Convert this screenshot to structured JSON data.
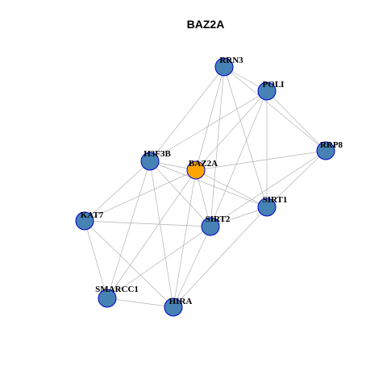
{
  "title": "BAZ2A",
  "colors": {
    "node_default": "#4682B4",
    "node_center": "#FFA500",
    "node_border": "#0000CD",
    "edge": "#B3B3B3",
    "label": "#000000",
    "background": "#FFFFFF"
  },
  "nodes": [
    {
      "id": "RRN3",
      "label": "RRN3",
      "center": false
    },
    {
      "id": "POLI",
      "label": "POLI",
      "center": false
    },
    {
      "id": "RRP8",
      "label": "RRP8",
      "center": false
    },
    {
      "id": "H3F3B",
      "label": "H3F3B",
      "center": false
    },
    {
      "id": "BAZ2A",
      "label": "BAZ2A",
      "center": true
    },
    {
      "id": "SIRT1",
      "label": "SIRT1",
      "center": false
    },
    {
      "id": "KAT7",
      "label": "KAT7",
      "center": false
    },
    {
      "id": "SIRT2",
      "label": "SIRT2",
      "center": false
    },
    {
      "id": "SMARCC1",
      "label": "SMARCC1",
      "center": false
    },
    {
      "id": "HIRA",
      "label": "HIRA",
      "center": false
    }
  ],
  "edges": [
    [
      "RRN3",
      "POLI"
    ],
    [
      "RRN3",
      "RRP8"
    ],
    [
      "RRN3",
      "H3F3B"
    ],
    [
      "RRN3",
      "BAZ2A"
    ],
    [
      "RRN3",
      "SIRT1"
    ],
    [
      "RRN3",
      "SIRT2"
    ],
    [
      "POLI",
      "RRP8"
    ],
    [
      "POLI",
      "H3F3B"
    ],
    [
      "POLI",
      "BAZ2A"
    ],
    [
      "POLI",
      "SIRT1"
    ],
    [
      "POLI",
      "SIRT2"
    ],
    [
      "RRP8",
      "BAZ2A"
    ],
    [
      "RRP8",
      "SIRT1"
    ],
    [
      "RRP8",
      "SIRT2"
    ],
    [
      "H3F3B",
      "BAZ2A"
    ],
    [
      "H3F3B",
      "SIRT1"
    ],
    [
      "H3F3B",
      "KAT7"
    ],
    [
      "H3F3B",
      "SIRT2"
    ],
    [
      "H3F3B",
      "SMARCC1"
    ],
    [
      "H3F3B",
      "HIRA"
    ],
    [
      "BAZ2A",
      "SIRT1"
    ],
    [
      "BAZ2A",
      "KAT7"
    ],
    [
      "BAZ2A",
      "SIRT2"
    ],
    [
      "BAZ2A",
      "SMARCC1"
    ],
    [
      "BAZ2A",
      "HIRA"
    ],
    [
      "SIRT1",
      "SIRT2"
    ],
    [
      "SIRT1",
      "HIRA"
    ],
    [
      "KAT7",
      "SIRT2"
    ],
    [
      "KAT7",
      "SMARCC1"
    ],
    [
      "KAT7",
      "HIRA"
    ],
    [
      "SIRT2",
      "SMARCC1"
    ],
    [
      "SIRT2",
      "HIRA"
    ],
    [
      "SMARCC1",
      "HIRA"
    ]
  ]
}
